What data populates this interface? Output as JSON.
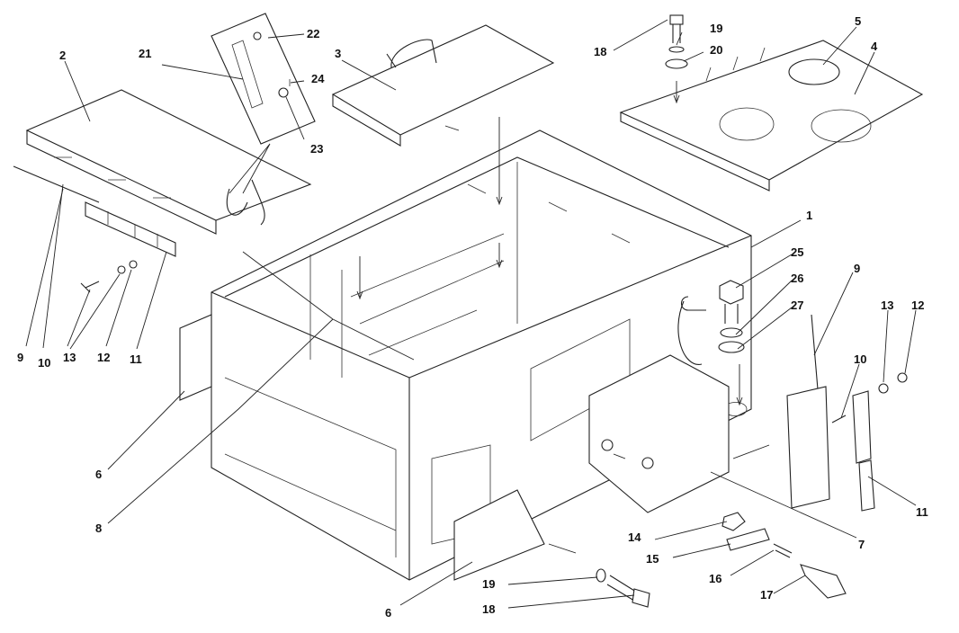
{
  "callouts": [
    {
      "id": "c1",
      "text": "1"
    },
    {
      "id": "c2",
      "text": "2"
    },
    {
      "id": "c3",
      "text": "3"
    },
    {
      "id": "c4",
      "text": "4"
    },
    {
      "id": "c5",
      "text": "5"
    },
    {
      "id": "c6a",
      "text": "6"
    },
    {
      "id": "c6b",
      "text": "6"
    },
    {
      "id": "c7",
      "text": "7"
    },
    {
      "id": "c8",
      "text": "8"
    },
    {
      "id": "c9a",
      "text": "9"
    },
    {
      "id": "c9b",
      "text": "9"
    },
    {
      "id": "c10a",
      "text": "10"
    },
    {
      "id": "c10b",
      "text": "10"
    },
    {
      "id": "c11a",
      "text": "11"
    },
    {
      "id": "c11b",
      "text": "11"
    },
    {
      "id": "c12a",
      "text": "12"
    },
    {
      "id": "c12b",
      "text": "12"
    },
    {
      "id": "c13a",
      "text": "13"
    },
    {
      "id": "c13b",
      "text": "13"
    },
    {
      "id": "c14",
      "text": "14"
    },
    {
      "id": "c15",
      "text": "15"
    },
    {
      "id": "c16",
      "text": "16"
    },
    {
      "id": "c17",
      "text": "17"
    },
    {
      "id": "c18a",
      "text": "18"
    },
    {
      "id": "c18b",
      "text": "18"
    },
    {
      "id": "c19a",
      "text": "19"
    },
    {
      "id": "c19b",
      "text": "19"
    },
    {
      "id": "c20",
      "text": "20"
    },
    {
      "id": "c21",
      "text": "21"
    },
    {
      "id": "c22",
      "text": "22"
    },
    {
      "id": "c23",
      "text": "23"
    },
    {
      "id": "c24",
      "text": "24"
    },
    {
      "id": "c25",
      "text": "25"
    },
    {
      "id": "c26",
      "text": "26"
    },
    {
      "id": "c27",
      "text": "27"
    }
  ]
}
